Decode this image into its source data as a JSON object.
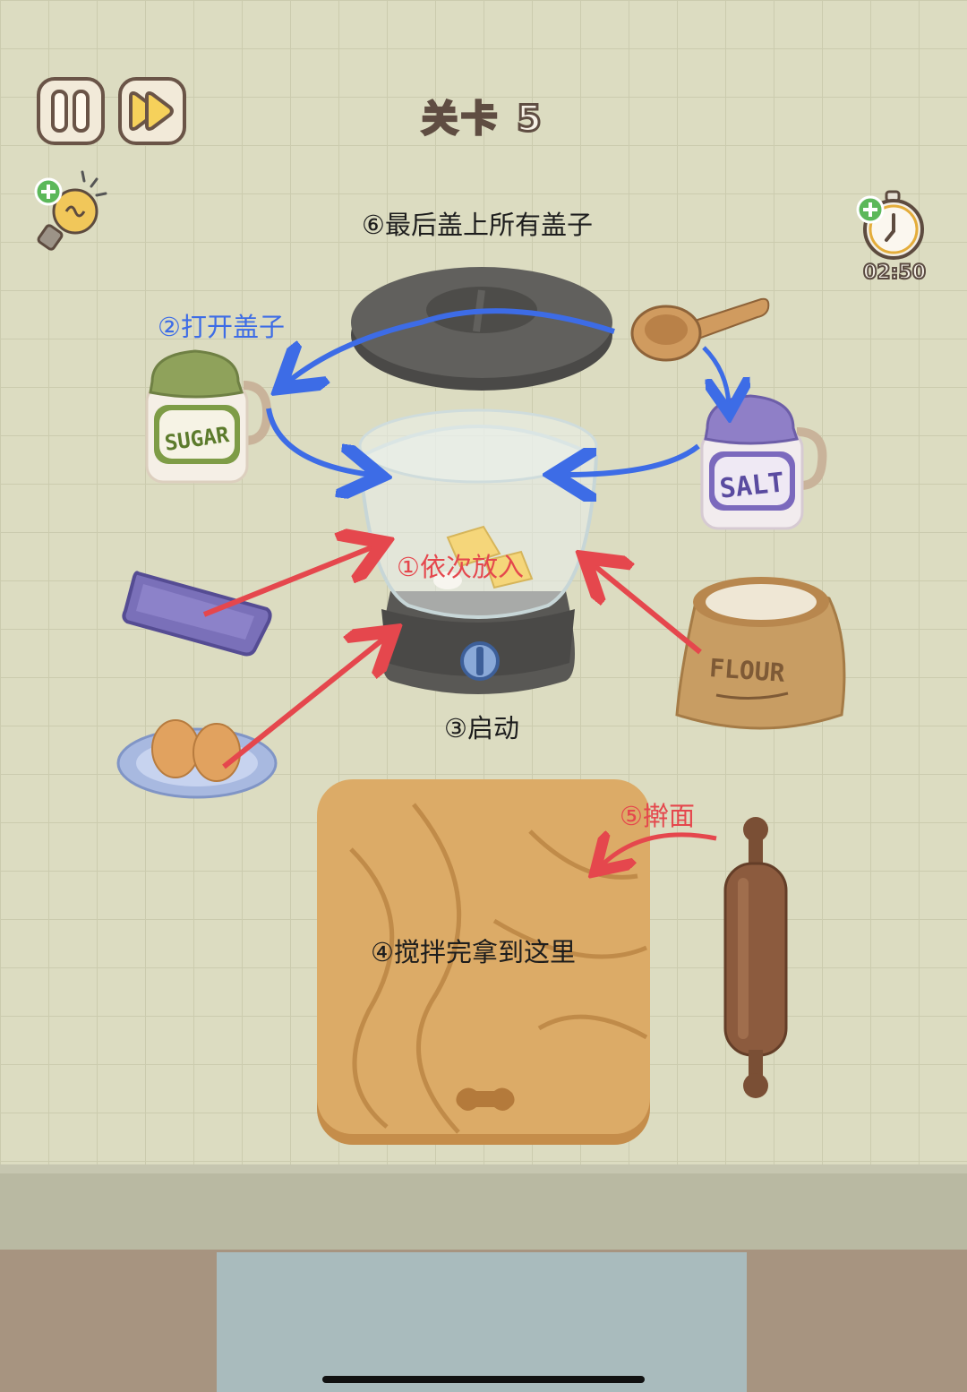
{
  "header": {
    "level_title": "关卡 5",
    "timer": "02:50"
  },
  "annotations": {
    "step1": "①依次放入",
    "step2": "②打开盖子",
    "step3": "③启动",
    "step4": "④搅拌完拿到这里",
    "step5": "⑤擀面",
    "step6": "⑥最后盖上所有盖子"
  },
  "ingredients": {
    "sugar_label": "SUGAR",
    "salt_label": "SALT",
    "flour_label": "FLOUR"
  },
  "icons": {
    "pause": "pause-icon",
    "fast_forward": "fast-forward-icon",
    "hint": "lightbulb-hint-icon",
    "add_time": "stopwatch-add-icon"
  },
  "colors": {
    "background": "#dcdcc1",
    "annotation_blue": "#3d6ce6",
    "annotation_red": "#e5474d",
    "board_wood": "#d9a561",
    "counter": "#b7b7a1"
  }
}
